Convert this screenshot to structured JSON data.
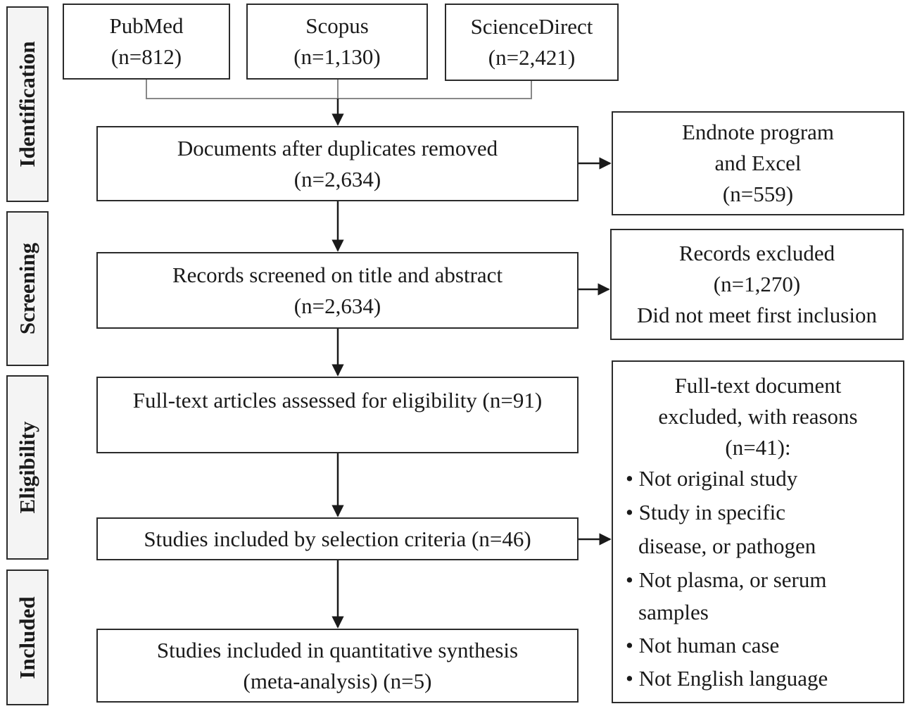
{
  "stages": [
    "Identification",
    "Screening",
    "Eligibility",
    "Included"
  ],
  "sources": [
    {
      "name": "PubMed",
      "count": "(n=812)"
    },
    {
      "name": "Scopus",
      "count": "(n=1,130)"
    },
    {
      "name": "ScienceDirect",
      "count": "(n=2,421)"
    }
  ],
  "main_flow": {
    "duplicates_removed": {
      "line1": "Documents after duplicates removed",
      "line2": "(n=2,634)"
    },
    "screened": {
      "line1": "Records screened on title and abstract",
      "line2": "(n=2,634)"
    },
    "full_text": {
      "line1": "Full-text articles assessed for eligibility (n=91)"
    },
    "selection": {
      "line1": "Studies included by selection criteria (n=46)"
    },
    "quantitative": {
      "line1": "Studies included in quantitative synthesis",
      "line2": "(meta-analysis) (n=5)"
    }
  },
  "side_boxes": {
    "endnote": {
      "line1": "Endnote program",
      "line2": "and Excel",
      "line3": "(n=559)"
    },
    "excluded": {
      "line1": "Records excluded",
      "line2": "(n=1,270)",
      "line3": "Did not meet first inclusion"
    },
    "full_text_excluded": {
      "line1": "Full-text document",
      "line2": "excluded, with reasons",
      "line3": "(n=41):",
      "reasons": [
        "• Not original study",
        "• Study in specific",
        "disease, or pathogen",
        "• Not plasma, or serum",
        "samples",
        "• Not human case",
        "• Not English language"
      ]
    }
  }
}
